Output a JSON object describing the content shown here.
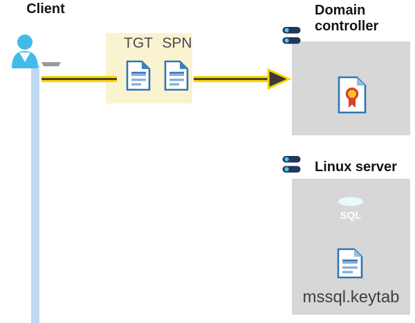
{
  "client": {
    "label": "Client"
  },
  "tickets": {
    "tgt": "TGT",
    "spn": "SPN"
  },
  "domain_controller": {
    "label": "Domain controller"
  },
  "linux_server": {
    "label": "Linux server"
  },
  "sql": {
    "label": "SQL"
  },
  "keytab": {
    "label": "mssql.keytab"
  },
  "icons": [
    "client-person-computer-icon",
    "tgt-document-icon",
    "spn-document-icon",
    "server-icon",
    "certificate-icon",
    "sql-database-icon",
    "keytab-document-icon"
  ],
  "colors": {
    "arrow_yellow": "#FFD400",
    "arrow_dark": "#45423A",
    "callout_yellow": "#FAF3CF",
    "box_gray": "#D7D7D7",
    "lifeline_blue": "#BFD9F3",
    "doc_blue": "#2E75B6",
    "person_cyan": "#41BCE8",
    "sql_blue": "#1169BE",
    "cert_red": "#DC3E32",
    "cert_gold": "#FFC61E"
  }
}
